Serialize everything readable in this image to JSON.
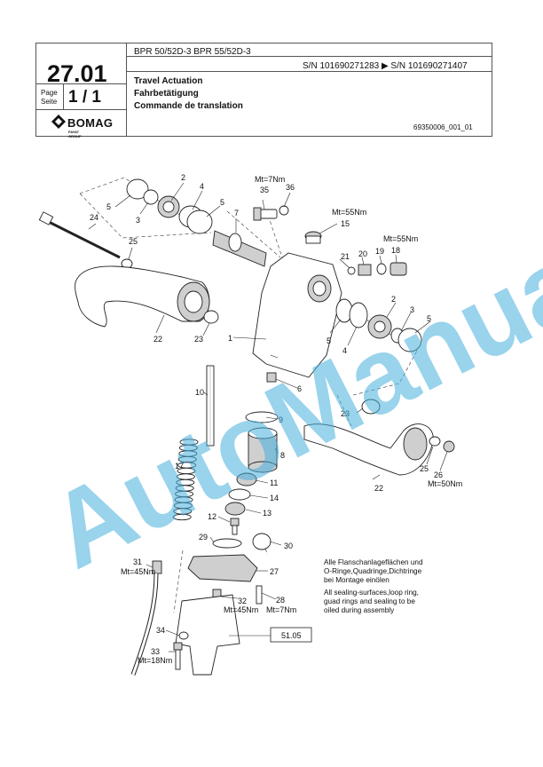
{
  "header": {
    "page_number": "27.01",
    "page_label_1": "Page",
    "page_label_2": "Seite",
    "page_value": "1 / 1",
    "models": "BPR 50/52D-3 BPR 55/52D-3",
    "serial_range": "S/N 101690271283  ▶  S/N 101690271407",
    "title_en": "Travel Actuation",
    "title_de": "Fahrbetätigung",
    "title_fr": "Commande de translation",
    "drawing_number": "69350006_001_01",
    "logo_word": "BOMAG",
    "logo_sub": "FAYAT GROUP"
  },
  "callouts": {
    "c1": "1",
    "c2a": "2",
    "c2b": "2",
    "c3a": "3",
    "c3b": "3",
    "c4a": "4",
    "c4b": "4",
    "c5a": "5",
    "c5b": "5",
    "c5c": "5",
    "c5d": "5",
    "c6": "6",
    "c7": "7",
    "c8": "8",
    "c9": "9",
    "c10": "10",
    "c11": "11",
    "c12": "12",
    "c13": "13",
    "c14": "14",
    "c15": "15",
    "c17": "17",
    "c18": "18",
    "c19": "19",
    "c20": "20",
    "c21": "21",
    "c22a": "22",
    "c22b": "22",
    "c23a": "23",
    "c23b": "23",
    "c24": "24",
    "c25a": "25",
    "c25b": "25",
    "c26": "26",
    "c27": "27",
    "c28": "28",
    "c29": "29",
    "c30": "30",
    "c31": "31",
    "c32": "32",
    "c33": "33",
    "c34": "34",
    "c35": "35",
    "c36": "36"
  },
  "torques": {
    "t35": "Mt=7Nm",
    "t15": "Mt=55Nm",
    "t18": "Mt=55Nm",
    "t26": "Mt=50Nm",
    "t31": "Mt=45Nm",
    "t32": "Mt=45Nm",
    "t28": "Mt=7Nm",
    "t33": "Mt=18Nm"
  },
  "reference_box": "51.05",
  "notes": {
    "de_line1": "Alle Flanschanlageflächen und",
    "de_line2": "O-Ringe,Quadringe,Dichtringe",
    "de_line3": "bei Montage einölen",
    "en_line1": "All sealing-surfaces,loop ring,",
    "en_line2": "guad rings and sealing to be",
    "en_line3": "oiled during assembly"
  },
  "watermark": "AutoManual",
  "colors": {
    "watermark": "#46afdc",
    "line": "#222222"
  }
}
